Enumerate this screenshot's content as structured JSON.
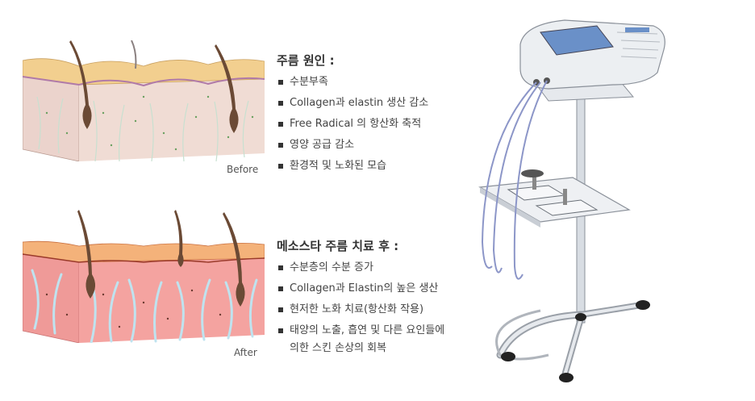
{
  "before": {
    "caption": "Before"
  },
  "after": {
    "caption": "After"
  },
  "causes": {
    "heading": "주름 원인 :",
    "items": [
      "수분부족",
      "Collagen과 elastin 생산 감소",
      "Free Radical 의 항산화 축적",
      "영양 공급 감소",
      "환경적 및 노화된 모습"
    ]
  },
  "treatment": {
    "heading": "메소스타 주름 치료 후 :",
    "items": [
      "수분층의 수분 증가",
      "Collagen과 Elastin의 높은 생산",
      "현저한 노화 치료(항산화 작용)",
      "태양의 노출, 흡연 및 다른 요인들에"
    ],
    "item_continuation": "의한 스킨 손상의 회복"
  },
  "colors": {
    "skin_surface_before": "#f2cf8f",
    "dermis_before": "#f0d8d0",
    "skin_surface_after": "#f4b27a",
    "dermis_after": "#f4a3a0",
    "hair": "#6b4a35",
    "fiber": "#bfe3ef",
    "device_screen": "#6a90c8"
  }
}
